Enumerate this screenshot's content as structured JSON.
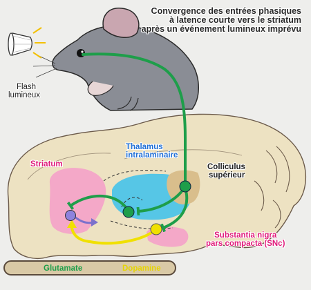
{
  "title": {
    "line1": "Convergence des entrées phasiques",
    "line2": "à latence courte vers le striatum",
    "line3": "après un événement lumineux imprévu"
  },
  "flash": {
    "line1": "Flash",
    "line2": "lumineux"
  },
  "regions": {
    "striatum": "Striatum",
    "thalamus_line1": "Thalamus",
    "thalamus_line2": "intralaminaire",
    "colliculus_line1": "Colliculus",
    "colliculus_line2": "supérieur",
    "snc_line1": "Substantia nigra",
    "snc_line2": "pars compacta (SNc)"
  },
  "legend": {
    "glutamate": "Glutamate",
    "dopamine": "Dopamine"
  },
  "colors": {
    "glutamate": "#1e9e4a",
    "dopamine": "#f0e000",
    "striatum": "#f4a8c8",
    "thalamus": "#56c6e6",
    "colliculus": "#d9be8c",
    "brain": "#ede2c2",
    "rat": "#8a8d95"
  }
}
